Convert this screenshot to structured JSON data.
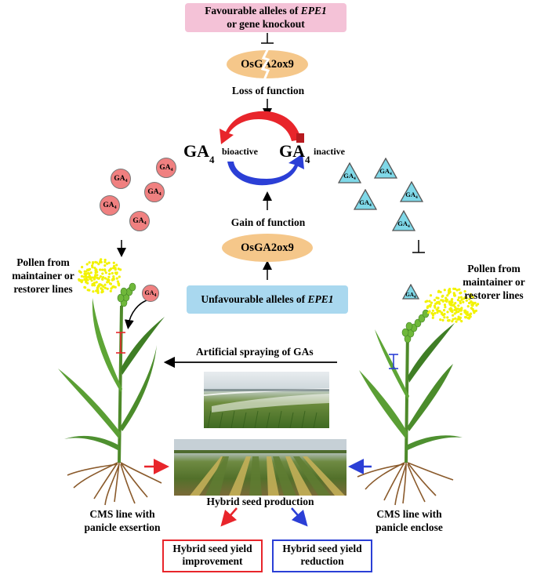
{
  "top_box": {
    "line1_prefix": "Favourable alleles of ",
    "line1_gene": "EPE1",
    "line2": "or gene knockout"
  },
  "enzyme_top": "OsGA2ox9",
  "loss_label": "Loss of function",
  "ga_left": {
    "base": "GA",
    "sub": "4",
    "state": "bioactive"
  },
  "ga_right": {
    "base": "GA",
    "sub": "4",
    "state": "inactive"
  },
  "gain_label": "Gain of function",
  "enzyme_bottom": "OsGA2ox9",
  "bottom_box": {
    "prefix": "Unfavourable alleles of ",
    "gene": "EPE1"
  },
  "molecule_label": "GA",
  "molecule_sub": "4",
  "pollen_left": [
    "Pollen from",
    "maintainer or",
    "restorer lines"
  ],
  "pollen_right": [
    "Pollen from",
    "maintainer or",
    "restorer lines"
  ],
  "spraying_label": "Artificial spraying of GAs",
  "hybrid_label": "Hybrid seed production",
  "cms_left": [
    "CMS line with",
    "panicle exsertion"
  ],
  "cms_right": [
    "CMS line with",
    "panicle enclose"
  ],
  "outcome_left": [
    "Hybrid seed yield",
    "improvement"
  ],
  "outcome_right": [
    "Hybrid seed yield",
    "reduction"
  ],
  "colors": {
    "pink_box": "#f4c2d7",
    "blue_box": "#a9d8ef",
    "enzyme": "#f5c78a",
    "bioactive_circle": "#f08080",
    "inactive_triangle": "#7fd8e8",
    "red": "#e8252b",
    "blue": "#2b3fd6"
  }
}
